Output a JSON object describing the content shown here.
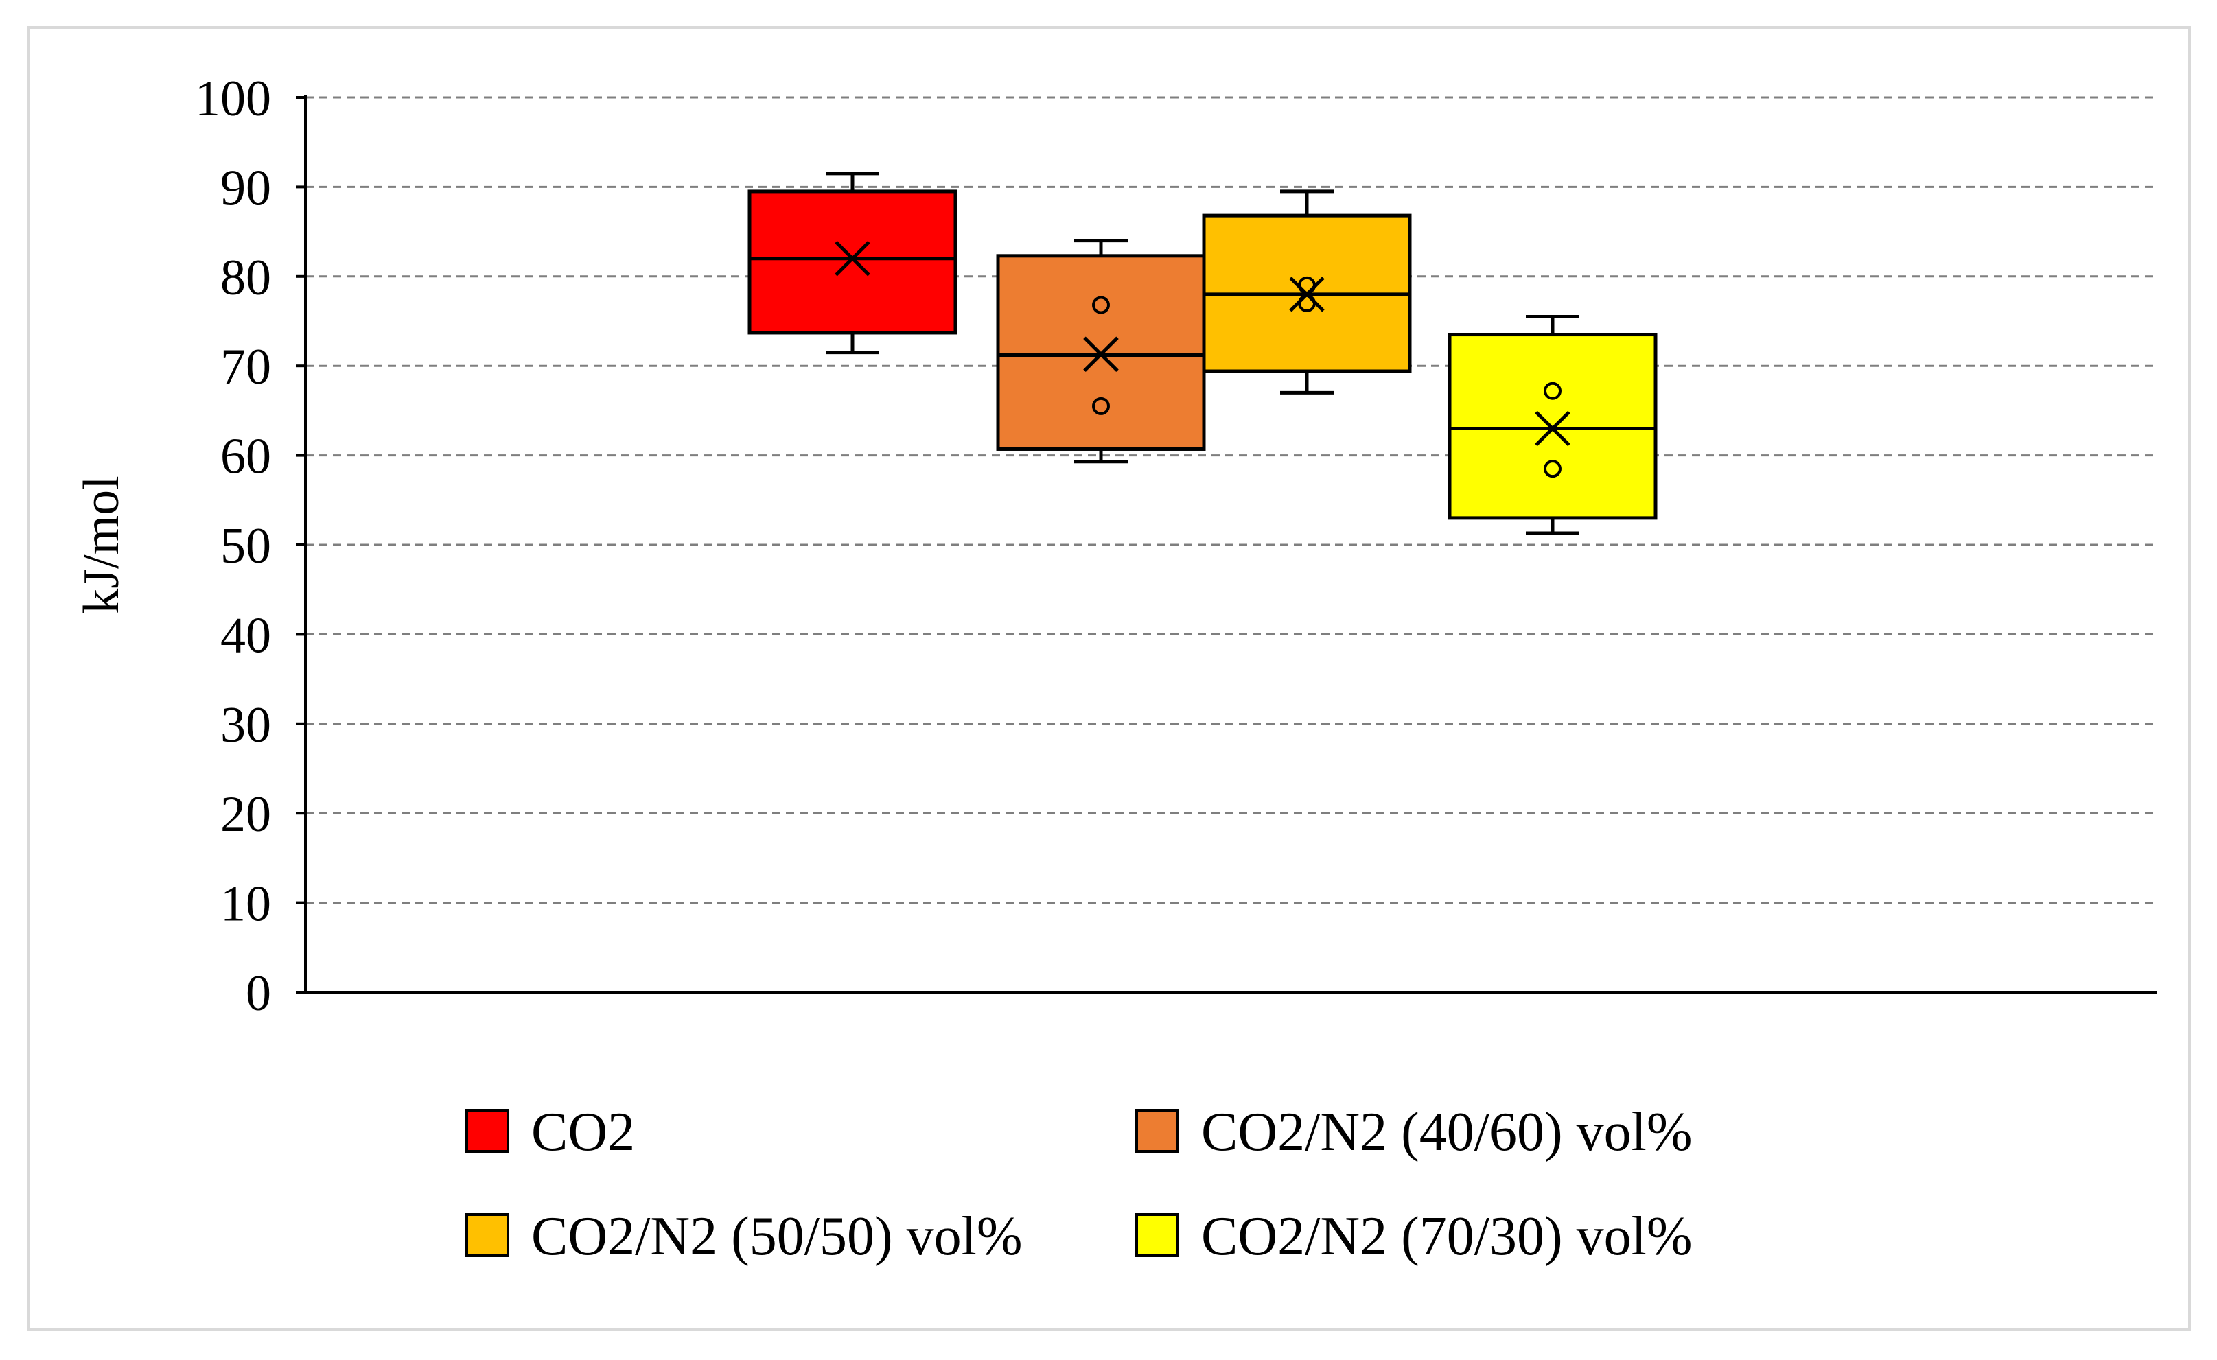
{
  "chart_data": {
    "type": "box",
    "title": "",
    "xlabel": "",
    "ylabel": "kJ/mol",
    "ylim": [
      0,
      100
    ],
    "yticks": [
      0,
      10,
      20,
      30,
      40,
      50,
      60,
      70,
      80,
      90,
      100
    ],
    "grid": true,
    "grid_style": "dashed",
    "legend_position": "bottom",
    "series": [
      {
        "name": "CO2",
        "color": "#ff0000",
        "whisker_low": 71.5,
        "q1": 73.7,
        "median": 82.0,
        "q3": 89.5,
        "whisker_high": 91.5,
        "mean": 82.0,
        "points": []
      },
      {
        "name": "CO2/N2 (40/60) vol%",
        "color": "#ed7d31",
        "whisker_low": 59.3,
        "q1": 60.7,
        "median": 71.2,
        "q3": 82.3,
        "whisker_high": 84.0,
        "mean": 71.3,
        "points": [
          76.8,
          65.5
        ]
      },
      {
        "name": "CO2/N2 (50/50) vol%",
        "color": "#ffc000",
        "whisker_low": 67.0,
        "q1": 69.4,
        "median": 78.0,
        "q3": 86.8,
        "whisker_high": 89.5,
        "mean": 78.0,
        "points": [
          79.0,
          77.0
        ]
      },
      {
        "name": "CO2/N2 (70/30) vol%",
        "color": "#ffff00",
        "whisker_low": 51.3,
        "q1": 53.0,
        "median": 63.0,
        "q3": 73.5,
        "whisker_high": 75.5,
        "mean": 63.0,
        "points": [
          67.2,
          58.5
        ]
      }
    ]
  }
}
